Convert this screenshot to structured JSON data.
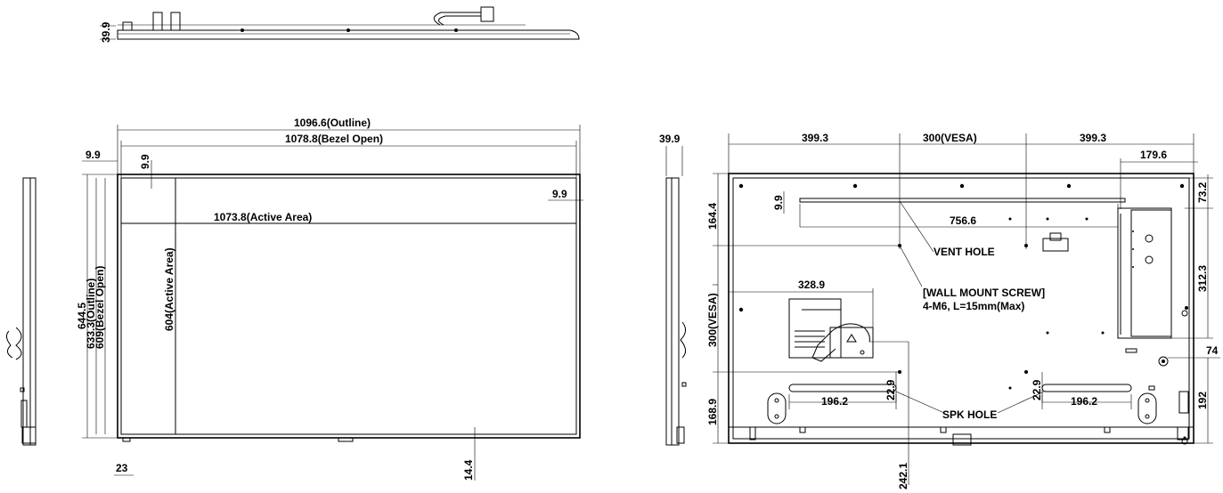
{
  "top_view": {
    "depth": "39.9"
  },
  "front_view": {
    "outline_width": "1096.6(Outline)",
    "bezel_open_width": "1078.8(Bezel Open)",
    "bezel_left": "9.9",
    "bezel_top": "9.9",
    "bezel_right": "9.9",
    "active_width": "1073.8(Active Area)",
    "overall_height": "644.5",
    "outline_height": "633.3(Outline)",
    "bezel_open_height": "609(Bezel Open)",
    "active_height": "604(Active Area)",
    "bottom_left": "23",
    "bottom_center": "14.4"
  },
  "back_view": {
    "depth": "39.9",
    "left_margin": "399.3",
    "vesa_width": "300(VESA)",
    "right_margin": "399.3",
    "board_width": "179.6",
    "top_offset": "9.9",
    "vent_length": "756.6",
    "vent_label": "VENT HOLE",
    "right_top": "73.2",
    "left_top_height": "164.4",
    "board_height": "312.3",
    "wall_mount_title": "[WALL MOUNT SCREW]",
    "wall_mount_spec": "4-M6, L=15mm(Max)",
    "power_offset": "328.9",
    "vesa_height": "300(VESA)",
    "jack_size": "74",
    "spk_left_width": "196.2",
    "spk_right_width": "196.2",
    "spk_left_height": "22.9",
    "spk_right_height": "22.9",
    "spk_label": "SPK HOLE",
    "bottom_left_height": "168.9",
    "bottom_right_height": "192",
    "bottom_center": "242.1"
  }
}
